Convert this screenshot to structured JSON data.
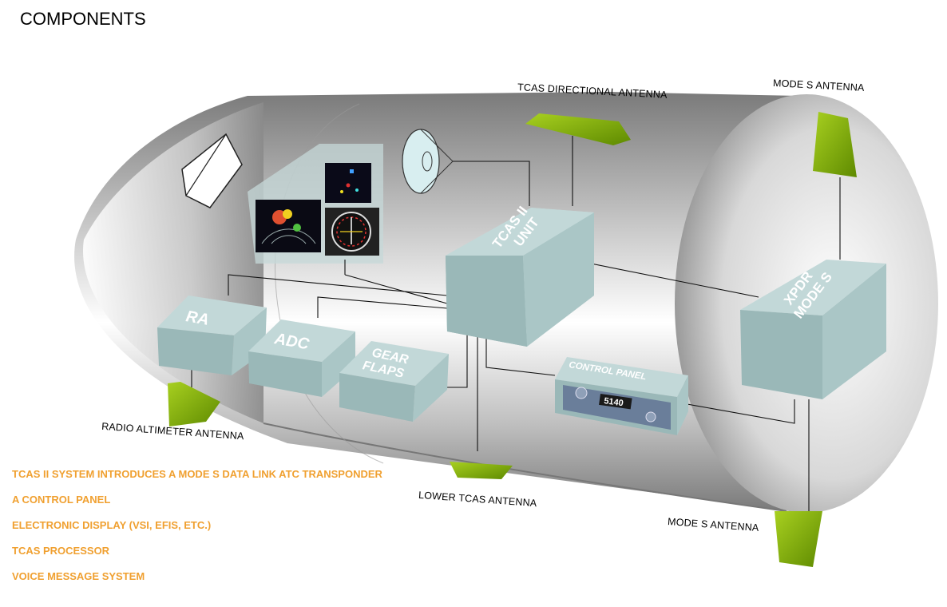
{
  "title": "COMPONENTS",
  "labels": {
    "tcas_directional_antenna": "TCAS DIRECTIONAL  ANTENNA",
    "mode_s_antenna_top": "MODE S ANTENNA",
    "radio_altimeter_antenna": "RADIO  ALTIMETER  ANTENNA",
    "lower_tcas_antenna": "LOWER TCAS ANTENNA",
    "mode_s_antenna_bottom": "MODE S ANTENNA"
  },
  "boxes": {
    "tcas_unit": [
      "TCAS II",
      "UNIT"
    ],
    "xpdr": [
      "XPDR",
      "MODE S"
    ],
    "ra": "RA",
    "adc": "ADC",
    "gear_flaps": [
      "GEAR",
      "FLAPS"
    ],
    "control_panel": "CONTROL PANEL",
    "control_panel_readout": "5140"
  },
  "notes": [
    "TCAS II SYSTEM INTRODUCES  A MODE  S DATA LINK ATC TRANSPONDER",
    "A CONTROL  PANEL",
    "ELECTRONIC  DISPLAY (VSI, EFIS, ETC.)",
    "TCAS PROCESSOR",
    "VOICE MESSAGE  SYSTEM"
  ],
  "colors": {
    "fuselage": "#8c8c8c",
    "box_front": "#9ab8b8",
    "box_top": "#c2d8d8",
    "antenna": "#7fad0a",
    "notes": "#f0a030"
  }
}
